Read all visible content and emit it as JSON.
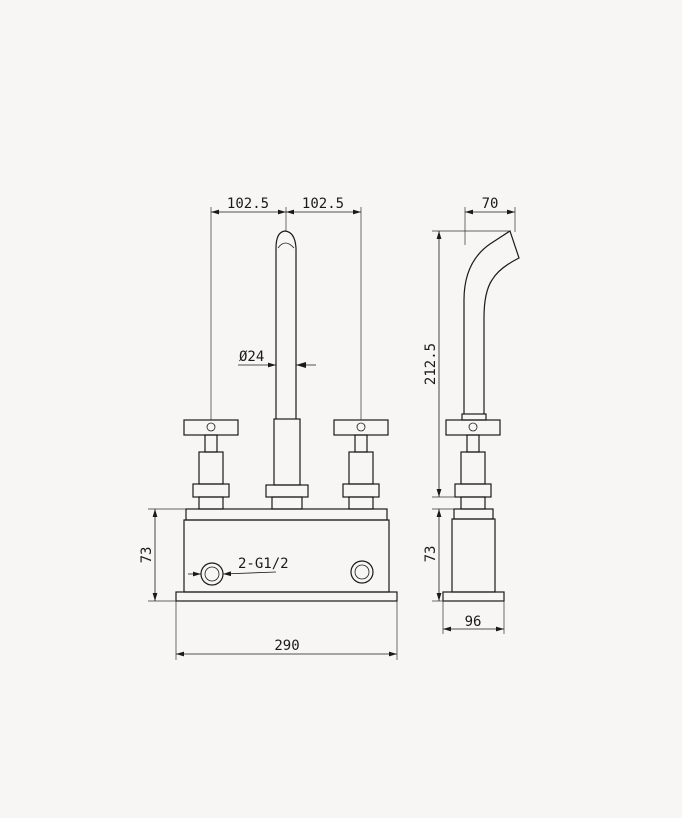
{
  "front_view": {
    "dim_left_spacing": "102.5",
    "dim_right_spacing": "102.5",
    "dim_spout_diameter": "Ø24",
    "dim_inlet_thread": "2-G1/2",
    "dim_base_height": "73",
    "dim_total_width": "290"
  },
  "side_view": {
    "dim_spout_reach": "70",
    "dim_spout_height": "212.5",
    "dim_base_height": "73",
    "dim_base_depth": "96"
  }
}
